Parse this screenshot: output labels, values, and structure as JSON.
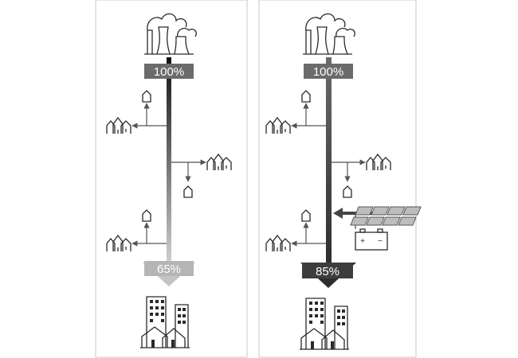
{
  "panels": [
    {
      "top_label": "100%",
      "bottom_label": "65%",
      "top_color": "#6b6b6b",
      "bottom_color": "#b5b5b5"
    },
    {
      "top_label": "100%",
      "bottom_label": "85%",
      "top_color": "#6b6b6b",
      "bottom_color": "#3d3d3d"
    }
  ]
}
